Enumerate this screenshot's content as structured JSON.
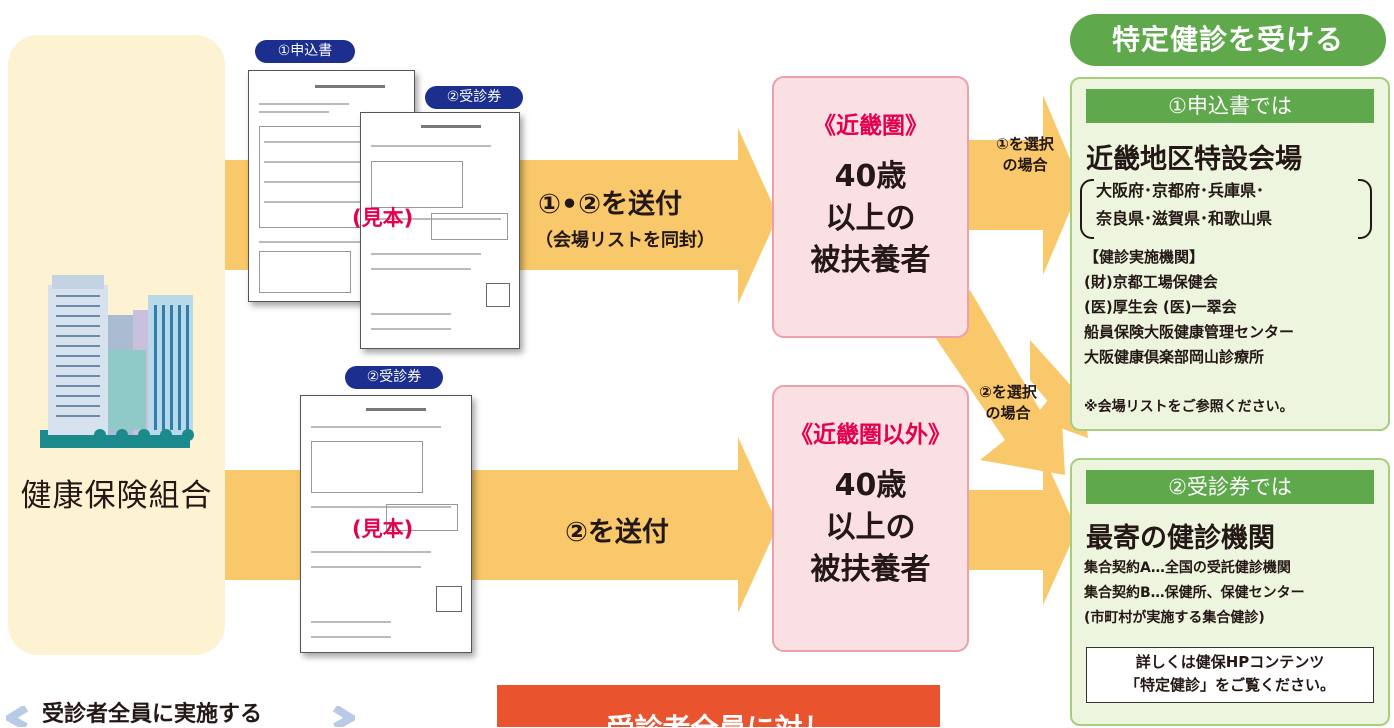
{
  "header": {
    "title": "特定健診を受ける"
  },
  "org": {
    "label": "健康保険組合"
  },
  "documents": {
    "application_label": "①申込書",
    "ticket_label_top": "②受診券",
    "ticket_label_bottom": "②受診券",
    "sample_text": "(見本)"
  },
  "send": {
    "top_main": "①•②を送付",
    "top_sub": "（会場リストを同封）",
    "bottom_main": "②を送付"
  },
  "targets": [
    {
      "region": "《近畿圏》",
      "age": "40歳",
      "line2": "以上の",
      "line3": "被扶養者"
    },
    {
      "region": "《近畿圏以外》",
      "age": "40歳",
      "line2": "以上の",
      "line3": "被扶養者"
    }
  ],
  "choices": {
    "choice1_line1": "①を選択",
    "choice1_line2": "の場合",
    "choice2_line1": "②を選択",
    "choice2_line2": "の場合"
  },
  "option1": {
    "head": "①申込書では",
    "title": "近畿地区特設会場",
    "pref_line1": "大阪府･京都府･兵庫県･",
    "pref_line2": "奈良県･滋賀県･和歌山県",
    "institutions_label": "【健診実施機関】",
    "institutions": [
      "(財)京都工場保健会",
      "(医)厚生会 (医)一翠会",
      "船員保険大阪健康管理センター",
      "大阪健康倶楽部岡山診療所"
    ],
    "note": "※会場リストをご参照ください。"
  },
  "option2": {
    "head": "②受診券では",
    "title": "最寄の健診機関",
    "lines": [
      "集合契約A…全国の受託健診機関",
      "集合契約B…保健所、保健センター",
      "(市町村が実施する集合健診)"
    ],
    "detail_line1": "詳しくは健保HPコンテンツ",
    "detail_line2": "「特定健診」をご覧ください。"
  },
  "bottom": {
    "left_text": "受診者全員に実施する",
    "banner_text": "受診者全員に対し"
  },
  "colors": {
    "arrow": "#f8c86a",
    "org_panel": "#fdf3d2",
    "pill_navy": "#1c2f8f",
    "sample_red": "#e5004f",
    "target_bg": "#fbe0e3",
    "green": "#5fa84b",
    "info_bg": "#eef5df",
    "banner_orange": "#e9542f"
  },
  "icons": [
    "building-icon",
    "arrow-right-icon"
  ]
}
